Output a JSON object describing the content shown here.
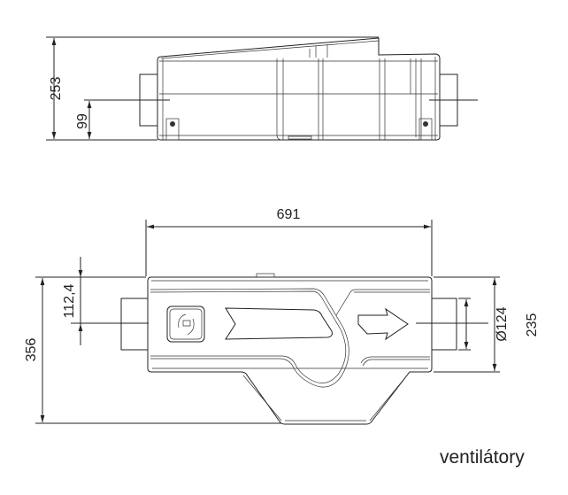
{
  "top_view": {
    "dimensions": {
      "height": "253",
      "duct_axis_height": "99"
    }
  },
  "plan_view": {
    "dimensions": {
      "length": "691",
      "depth": "356",
      "duct_offset": "112,4",
      "duct_diameter": "Ø124",
      "body_depth": "235"
    }
  },
  "caption": "ventilátory",
  "colors": {
    "line": "#222222",
    "background": "#ffffff"
  }
}
